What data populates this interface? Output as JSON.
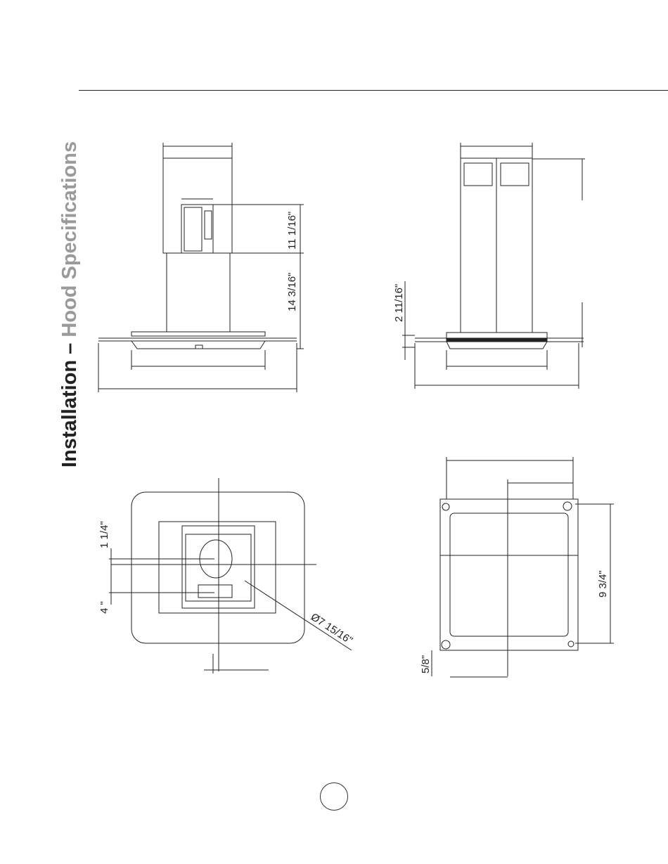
{
  "header": {
    "title_main": "Installation",
    "title_sep": " – ",
    "title_sub": "Hood Specifications"
  },
  "colors": {
    "title_main": "#222222",
    "title_sub": "#9a9a9a",
    "line": "#222222"
  },
  "dimensions": {
    "d1": "11 1/16\"",
    "d2": "14 3/16\"",
    "d3": "2 11/16\"",
    "d4": "1 1/4\"",
    "d5": "4 \"",
    "d6": "7 15/16\"",
    "d7": "9 3/4\"",
    "d8": "5/8\""
  },
  "symbols": {
    "diameter": "Ø"
  }
}
